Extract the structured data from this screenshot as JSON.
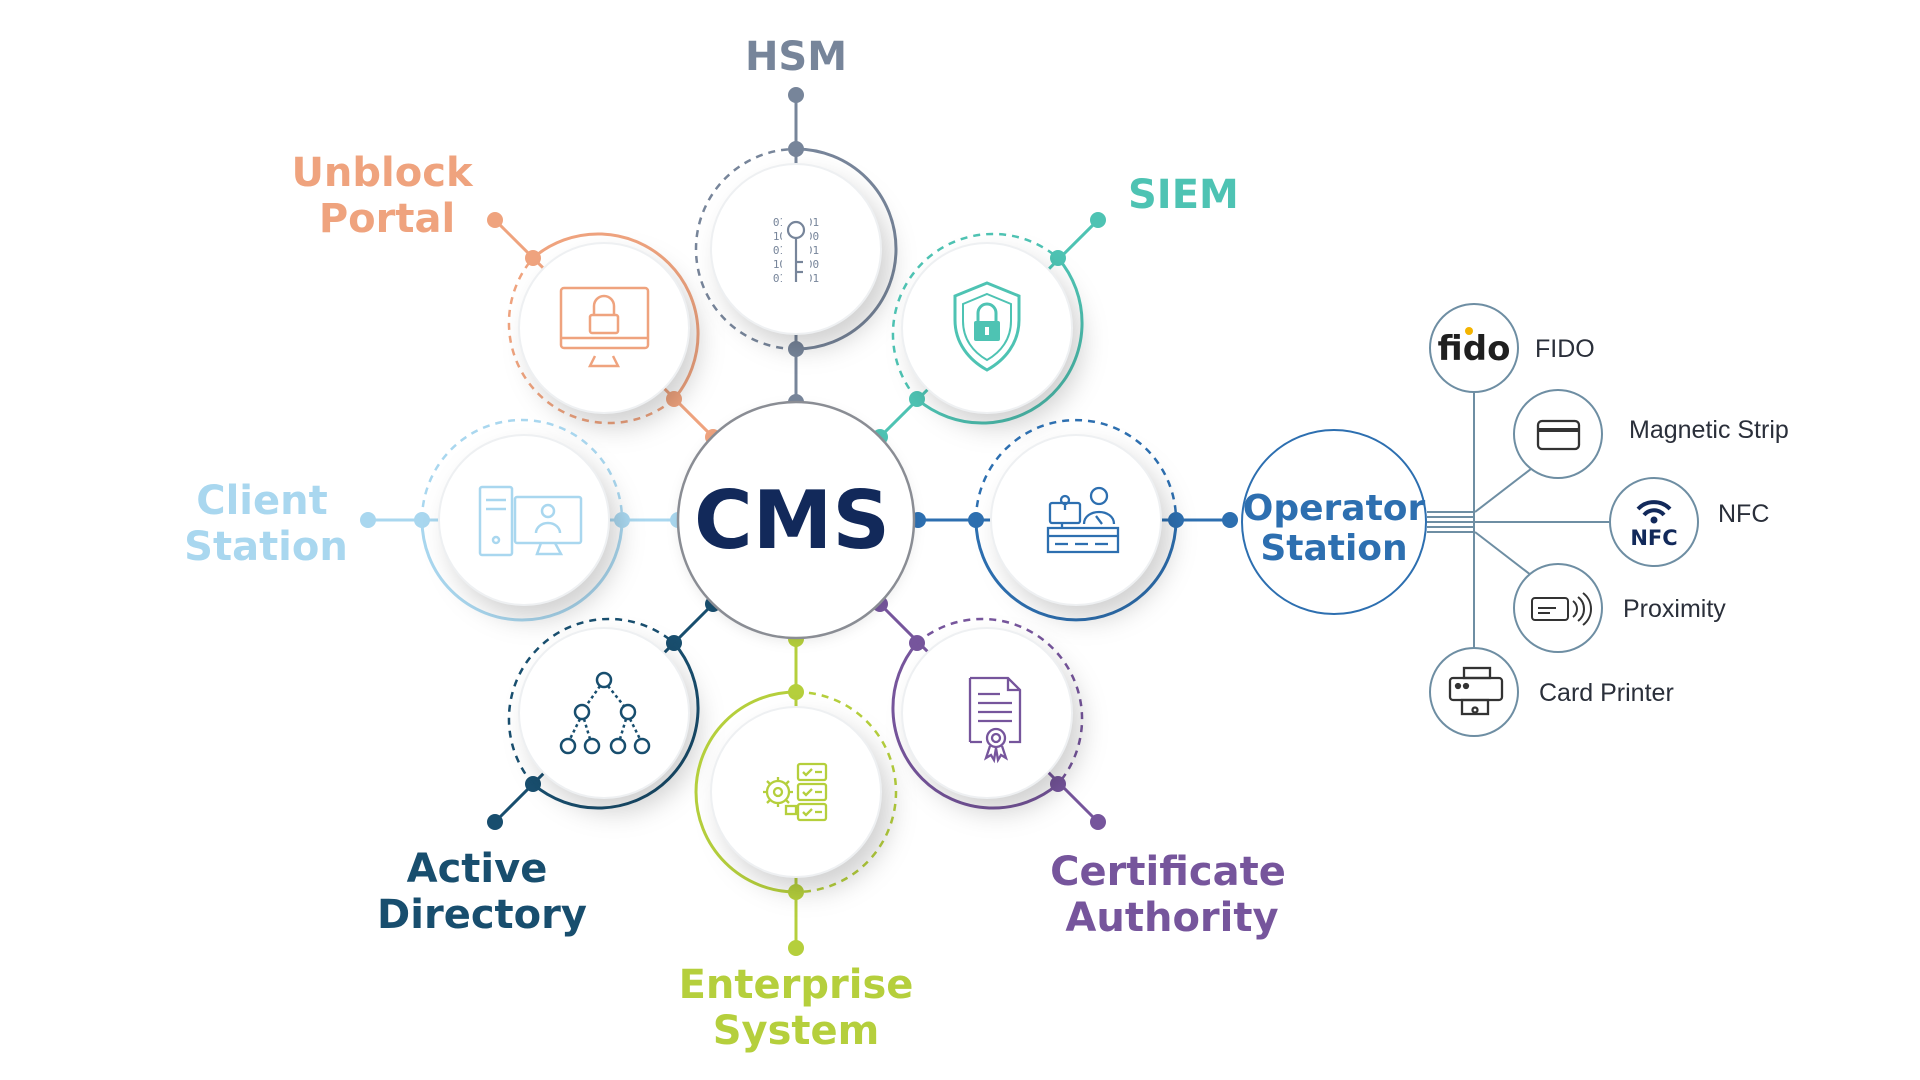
{
  "center": {
    "label": "CMS"
  },
  "nodes": {
    "hsm": {
      "label": "HSM",
      "color": "#77859a",
      "icon": "binary-key-icon"
    },
    "siem": {
      "label": "SIEM",
      "color": "#4ec3b3",
      "icon": "shield-lock-icon"
    },
    "operator": {
      "line1": "Operator",
      "line2": "Station",
      "color": "#2d6fb0",
      "icon": "operator-desk-icon"
    },
    "certificate": {
      "line1": "Certificate",
      "line2": "Authority",
      "color": "#76559c",
      "icon": "certificate-document-icon"
    },
    "enterprise": {
      "line1": "Enterprise",
      "line2": "System",
      "color": "#b5cf3c",
      "icon": "server-gear-icon"
    },
    "active_directory": {
      "line1": "Active",
      "line2": "Directory",
      "color": "#184e6e",
      "icon": "hierarchy-tree-icon"
    },
    "client": {
      "line1": "Client",
      "line2": "Station",
      "color": "#a9d7ef",
      "icon": "desktop-computer-icon"
    },
    "unblock": {
      "line1": "Unblock",
      "line2": "Portal",
      "color": "#efa37e",
      "icon": "monitor-lock-icon"
    }
  },
  "devices": [
    {
      "label": "FIDO",
      "icon": "fido-logo",
      "logo_text": "fido"
    },
    {
      "label": "Magnetic Strip",
      "icon": "magnetic-card-icon"
    },
    {
      "label": "NFC",
      "icon": "nfc-icon",
      "logo_text": "NFC"
    },
    {
      "label": "Proximity",
      "icon": "proximity-card-icon"
    },
    {
      "label": "Card Printer",
      "icon": "card-printer-icon"
    }
  ],
  "colors": {
    "center_text": "#12295a",
    "center_ring": "#8a8d94",
    "device_line": "#6e8ea3"
  }
}
